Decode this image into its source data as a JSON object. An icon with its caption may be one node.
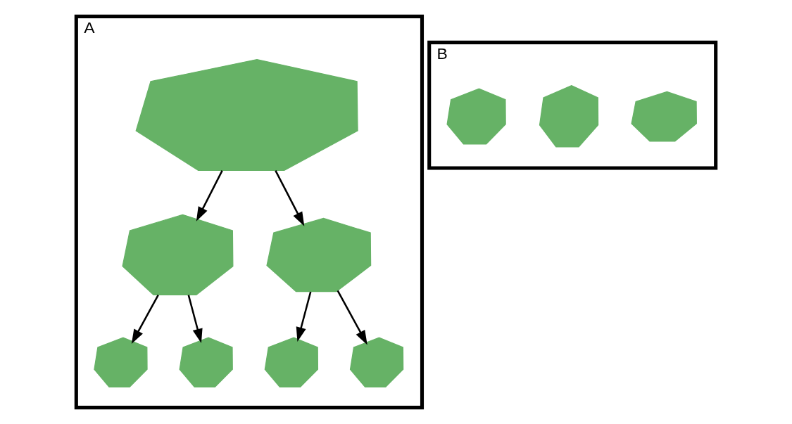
{
  "diagram": {
    "nodes": [
      {
        "text": [
          "A"
        ]
      },
      {
        "text": [],
        "shape": "blob",
        "in": 0
      },
      {
        "text": [],
        "shape": "blob",
        "in": 0
      },
      {
        "text": [],
        "shape": "blob",
        "in": 0
      },
      {
        "text": [],
        "shape": "blob",
        "in": 0
      },
      {
        "text": [],
        "shape": "blob",
        "in": 0
      },
      {
        "text": [],
        "shape": "blob",
        "in": 0
      },
      {
        "text": [],
        "shape": "blob",
        "in": 0
      },
      {
        "text": [
          "B"
        ]
      },
      {
        "text": [],
        "shape": "blob",
        "in": 8
      },
      {
        "text": [],
        "shape": "blob",
        "in": 8
      },
      {
        "text": [],
        "shape": "blob",
        "in": 8
      }
    ],
    "edges": [
      {
        "from": 1,
        "to": 2,
        "arrow": "to"
      },
      {
        "from": 1,
        "to": 3,
        "arrow": "to"
      },
      {
        "from": 2,
        "to": 4,
        "arrow": "to"
      },
      {
        "from": 2,
        "to": 5,
        "arrow": "to"
      },
      {
        "from": 3,
        "to": 6,
        "arrow": "to"
      },
      {
        "from": 3,
        "to": 7,
        "arrow": "to"
      }
    ]
  }
}
